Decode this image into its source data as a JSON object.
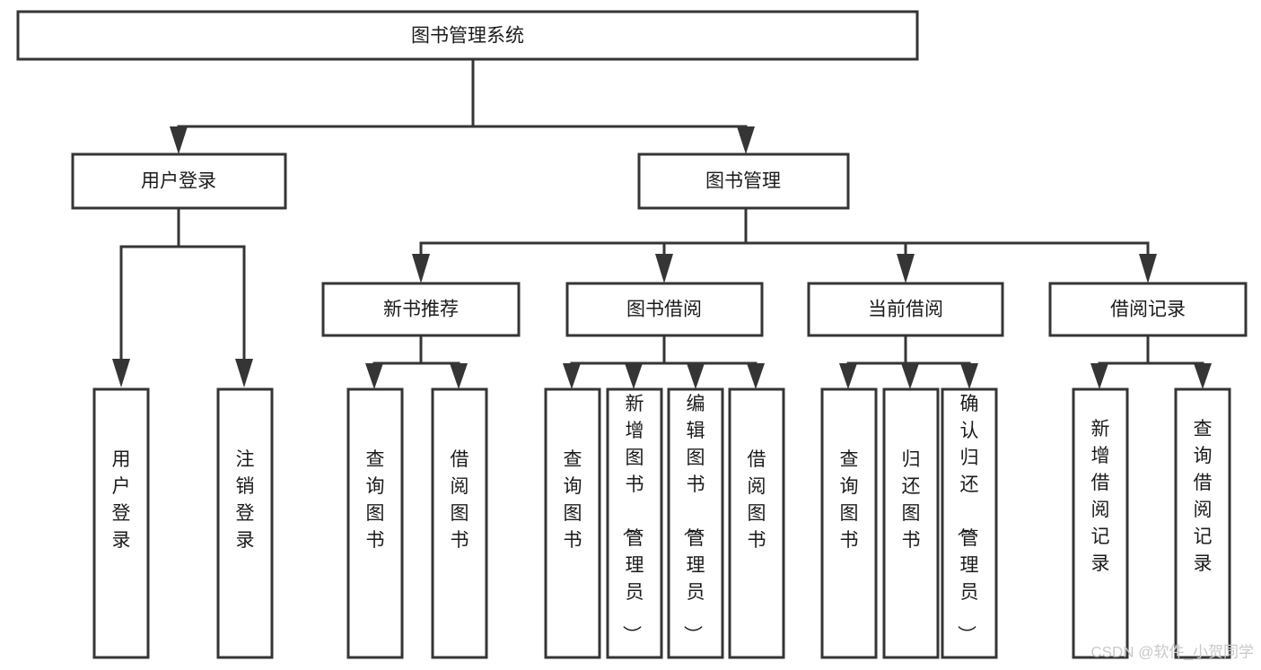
{
  "diagram": {
    "title": "图书管理系统",
    "watermark": "CSDN @软件_小贺同学",
    "colors": {
      "stroke": "#353535",
      "fill": "#ffffff",
      "text": "#1b1b1b",
      "watermark": "#c9c9c9",
      "background": "#ffffff"
    },
    "levels": {
      "root": {
        "label": "图书管理系统"
      },
      "level1": [
        {
          "id": "user-login",
          "label": "用户登录"
        },
        {
          "id": "book-management",
          "label": "图书管理"
        }
      ],
      "level2": [
        {
          "id": "new-book-recommend",
          "label": "新书推荐",
          "parent": "book-management"
        },
        {
          "id": "book-borrow",
          "label": "图书借阅",
          "parent": "book-management"
        },
        {
          "id": "current-borrow",
          "label": "当前借阅",
          "parent": "book-management"
        },
        {
          "id": "borrow-record",
          "label": "借阅记录",
          "parent": "book-management"
        }
      ],
      "leaves": [
        {
          "id": "leaf-user-login",
          "label": "用户登录",
          "parent": "user-login"
        },
        {
          "id": "leaf-logout-login",
          "label": "注销登录",
          "parent": "user-login"
        },
        {
          "id": "leaf-query-book-1",
          "label": "查询图书",
          "parent": "new-book-recommend"
        },
        {
          "id": "leaf-borrow-book-1",
          "label": "借阅图书",
          "parent": "new-book-recommend"
        },
        {
          "id": "leaf-query-book-2",
          "label": "查询图书",
          "parent": "book-borrow"
        },
        {
          "id": "leaf-add-book",
          "label": "新增图书（管理员）",
          "parent": "book-borrow"
        },
        {
          "id": "leaf-edit-book",
          "label": "编辑图书（管理员）",
          "parent": "book-borrow"
        },
        {
          "id": "leaf-borrow-book-2",
          "label": "借阅图书",
          "parent": "book-borrow"
        },
        {
          "id": "leaf-query-book-3",
          "label": "查询图书",
          "parent": "current-borrow"
        },
        {
          "id": "leaf-return-book",
          "label": "归还图书",
          "parent": "current-borrow"
        },
        {
          "id": "leaf-confirm-return",
          "label": "确认归还（管理员）",
          "parent": "current-borrow"
        },
        {
          "id": "leaf-add-record",
          "label": "新增借阅记录",
          "parent": "borrow-record"
        },
        {
          "id": "leaf-query-record",
          "label": "查询借阅记录",
          "parent": "borrow-record"
        }
      ]
    }
  }
}
